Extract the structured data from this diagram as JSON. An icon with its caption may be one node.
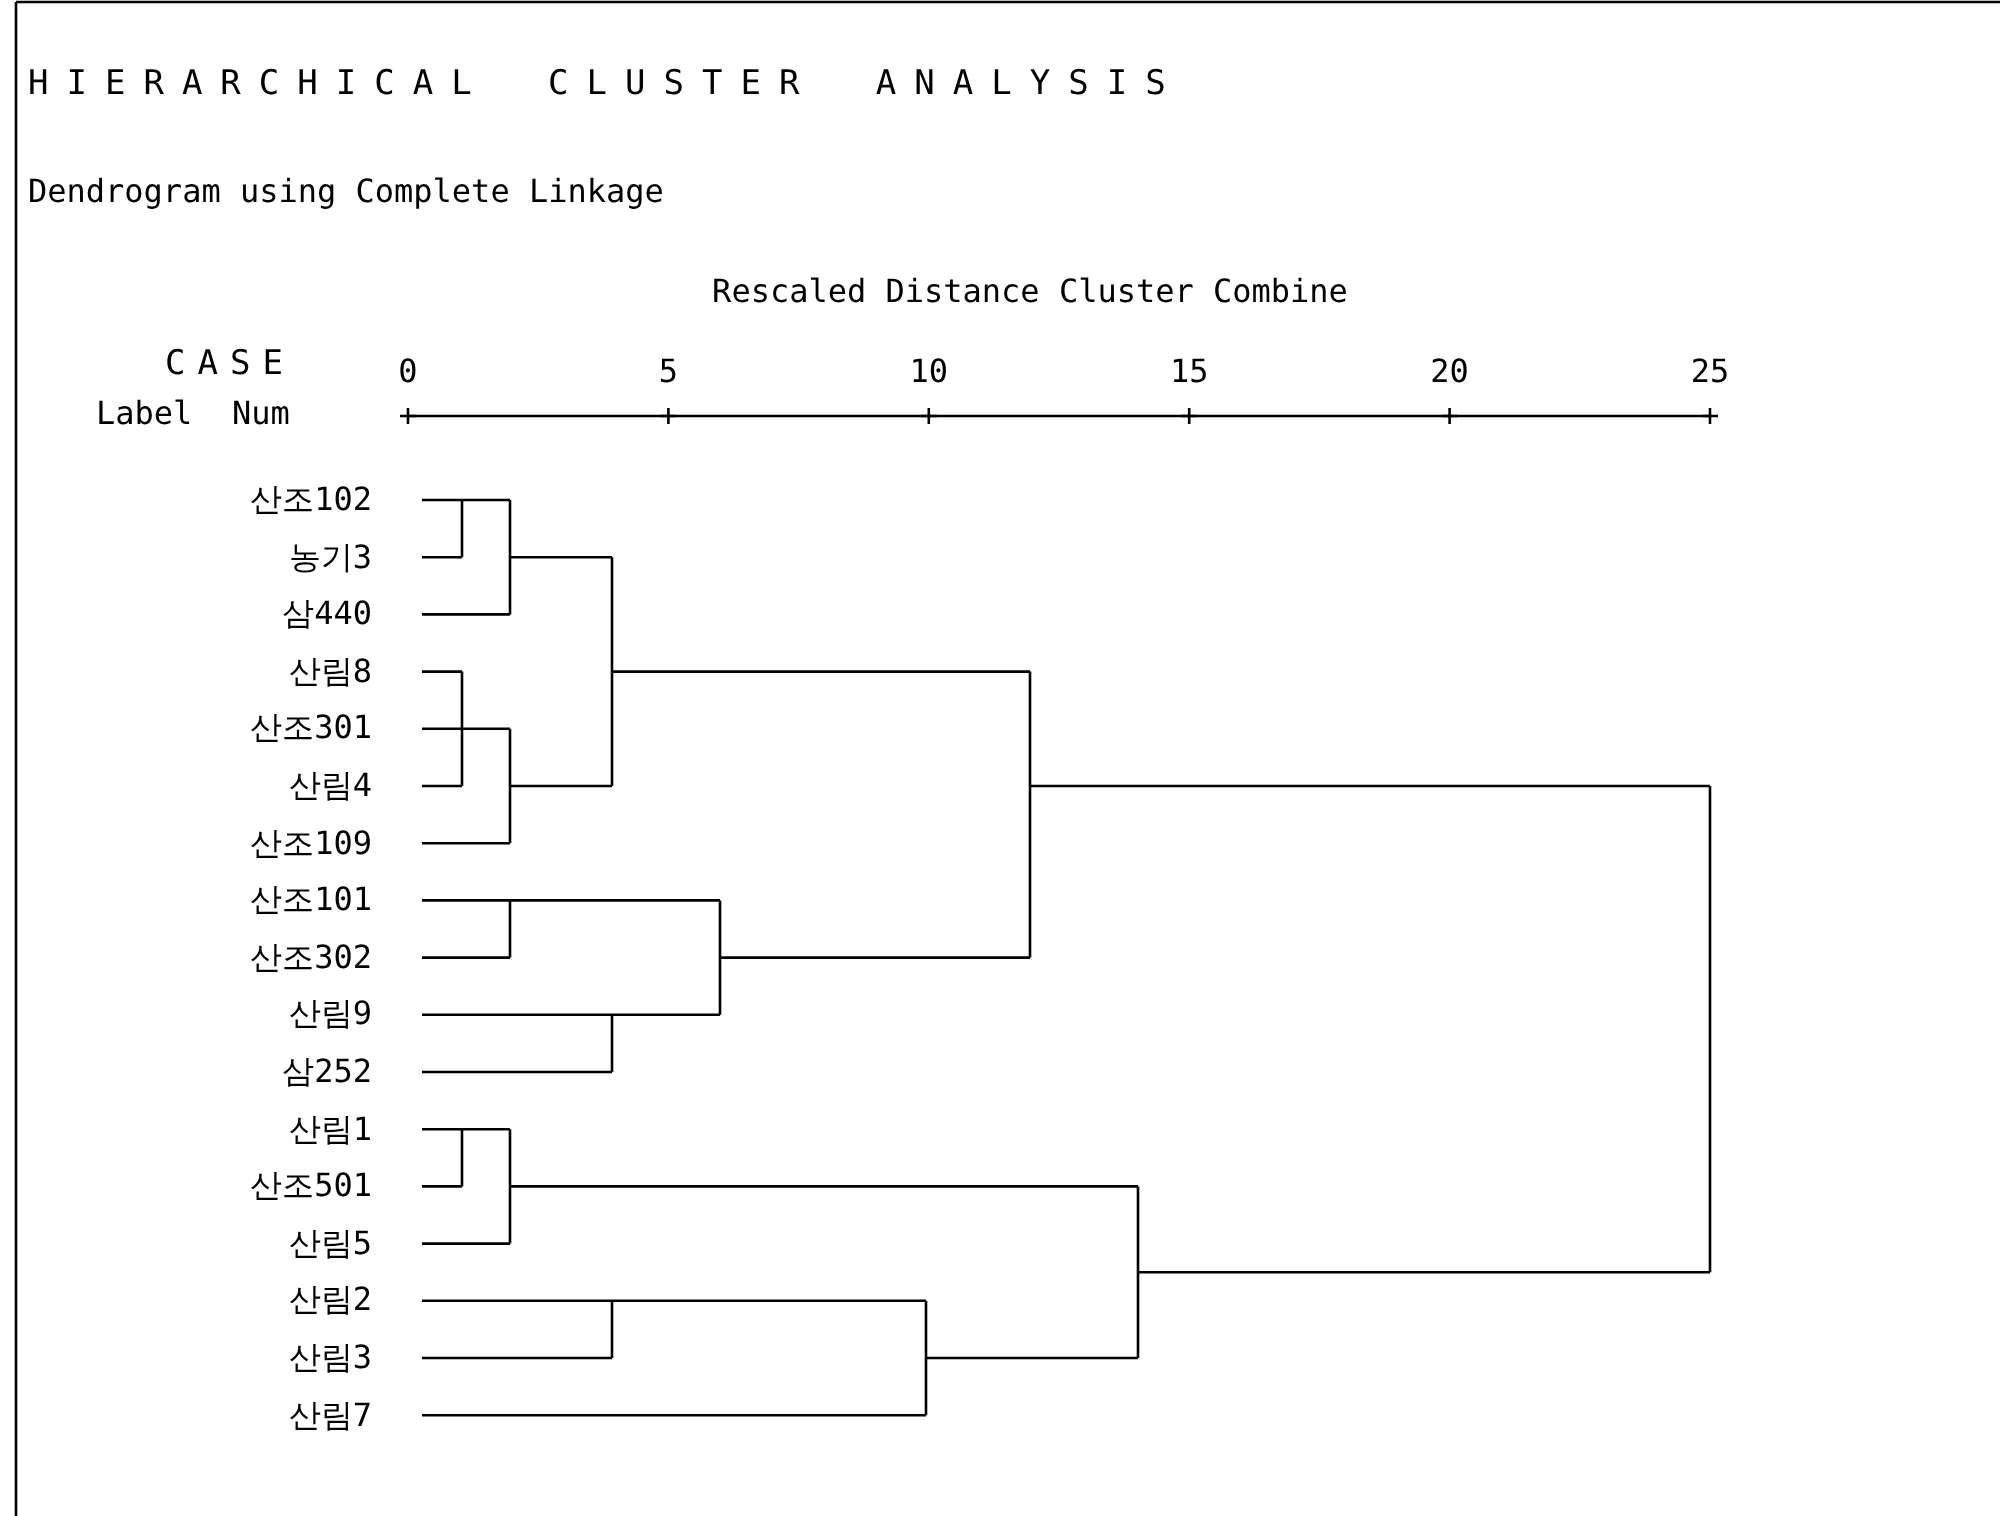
{
  "diagram": {
    "title": "HIERARCHICAL CLUSTER ANALYSIS",
    "labels": [
      "Dendrogram using Complete Linkage",
      "Rescaled Distance Cluster Combine",
      "CASE",
      "Label",
      "Num",
      "0",
      "5",
      "10",
      "15",
      "20",
      "25",
      "산조102",
      "농기3",
      "삼440",
      "산림8",
      "산조301",
      "산림4",
      "산조109",
      "산조101",
      "산조302",
      "산림9",
      "삼252",
      "산림1",
      "산조501",
      "산림5",
      "산림2",
      "산림3",
      "산림7"
    ]
  }
}
